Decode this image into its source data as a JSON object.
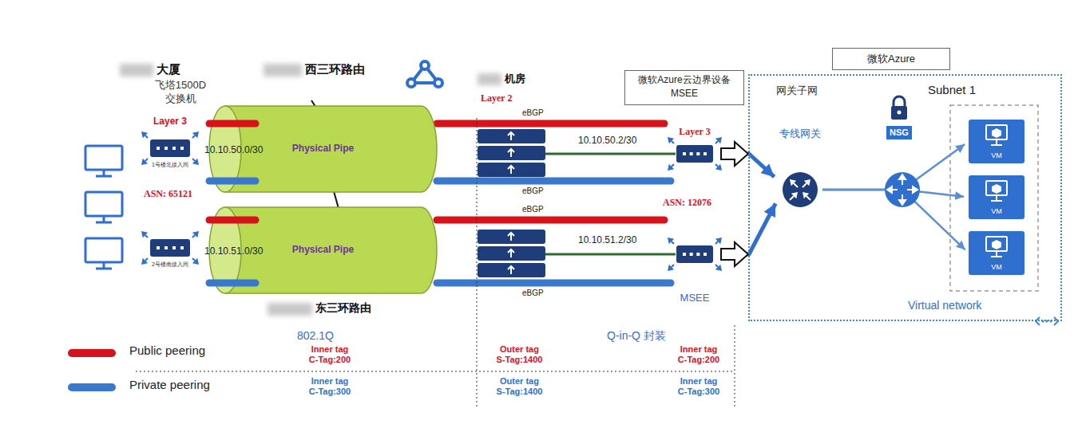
{
  "diagram": {
    "nodes": [
      {
        "text": [
          "Layer 3",
          "1号楼北接入间"
        ]
      },
      {
        "text": [
          "2号楼南接入间"
        ]
      },
      {
        "text": [
          "Physical Pipe"
        ]
      },
      {
        "text": [
          "Physical Pipe"
        ]
      },
      {
        "text": [
          "Layer 3"
        ]
      },
      {
        "text": [
          "MSEE"
        ]
      },
      {
        "text": [
          "微软Azure云边界设备 MSEE"
        ]
      },
      {
        "text": [
          "微软Azure"
        ]
      },
      {
        "text": [
          "Virtual network"
        ]
      },
      {
        "text": [
          "专线网关"
        ],
        "in": 8
      },
      {
        "text": [
          "NSG"
        ],
        "in": 8
      },
      {
        "text": [
          "Subnet 1"
        ],
        "in": 8
      },
      {
        "text": [
          "VM"
        ],
        "in": 11
      },
      {
        "text": [
          "VM"
        ],
        "in": 11
      },
      {
        "text": [
          "VM"
        ],
        "in": 11
      }
    ],
    "edges": [
      {
        "from": 4,
        "to": 9,
        "arrow": "to"
      },
      {
        "from": 5,
        "to": 9,
        "arrow": "to"
      },
      {
        "from": 9,
        "to": 12,
        "arrow": "to"
      },
      {
        "from": 9,
        "to": 13,
        "arrow": "to"
      },
      {
        "from": 9,
        "to": 14,
        "arrow": "to"
      }
    ],
    "labels": [
      "大厦",
      "飞塔1500D 交换机",
      "西三环路由",
      "机房",
      "ASN: 65121",
      "10.10.50.0/30",
      "10.10.51.0/30",
      "Layer 2",
      "eBGP",
      "eBGP",
      "eBGP",
      "eBGP",
      "10.10.50.2/30",
      "10.10.51.2/30",
      "ASN: 12076",
      "网关子网",
      "东三环路由",
      "802.1Q",
      "Q-in-Q 封装",
      "Inner tag C-Tag:200",
      "Outer tag S-Tag:1400",
      "Inner tag C-Tag:200",
      "Inner tag C-Tag:300",
      "Outer tag S-Tag:1400",
      "Inner tag C-Tag:300"
    ],
    "legend": [
      {
        "text": "Public peering",
        "color": "#d8111b"
      },
      {
        "text": "Private peering",
        "color": "#3a78d0"
      }
    ]
  }
}
